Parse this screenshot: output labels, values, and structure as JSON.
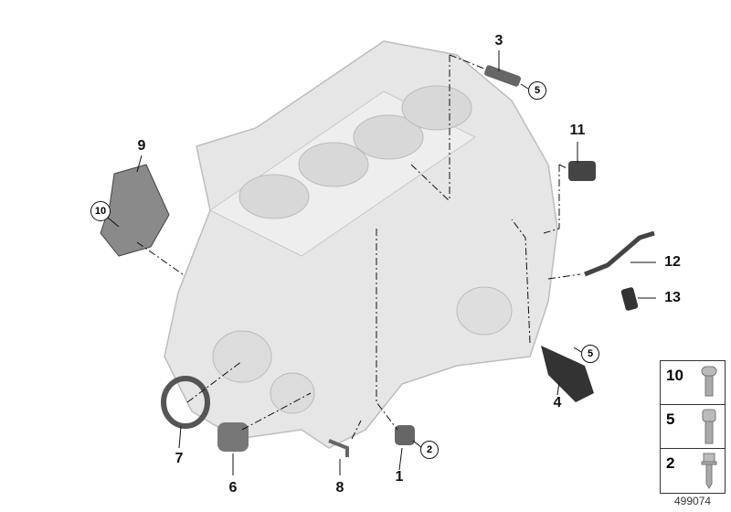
{
  "diagram": {
    "callouts": [
      {
        "id": "label-1",
        "text": "1"
      },
      {
        "id": "label-2",
        "text": "2"
      },
      {
        "id": "label-3",
        "text": "3"
      },
      {
        "id": "label-4",
        "text": "4"
      },
      {
        "id": "label-5a",
        "text": "5"
      },
      {
        "id": "label-5b",
        "text": "5"
      },
      {
        "id": "label-6",
        "text": "6"
      },
      {
        "id": "label-7",
        "text": "7"
      },
      {
        "id": "label-8",
        "text": "8"
      },
      {
        "id": "label-9",
        "text": "9"
      },
      {
        "id": "label-10",
        "text": "10"
      },
      {
        "id": "label-11",
        "text": "11"
      },
      {
        "id": "label-12",
        "text": "12"
      },
      {
        "id": "label-13",
        "text": "13"
      }
    ],
    "legend": [
      {
        "text": "10"
      },
      {
        "text": "5"
      },
      {
        "text": "2"
      }
    ],
    "image_number": "499074"
  }
}
